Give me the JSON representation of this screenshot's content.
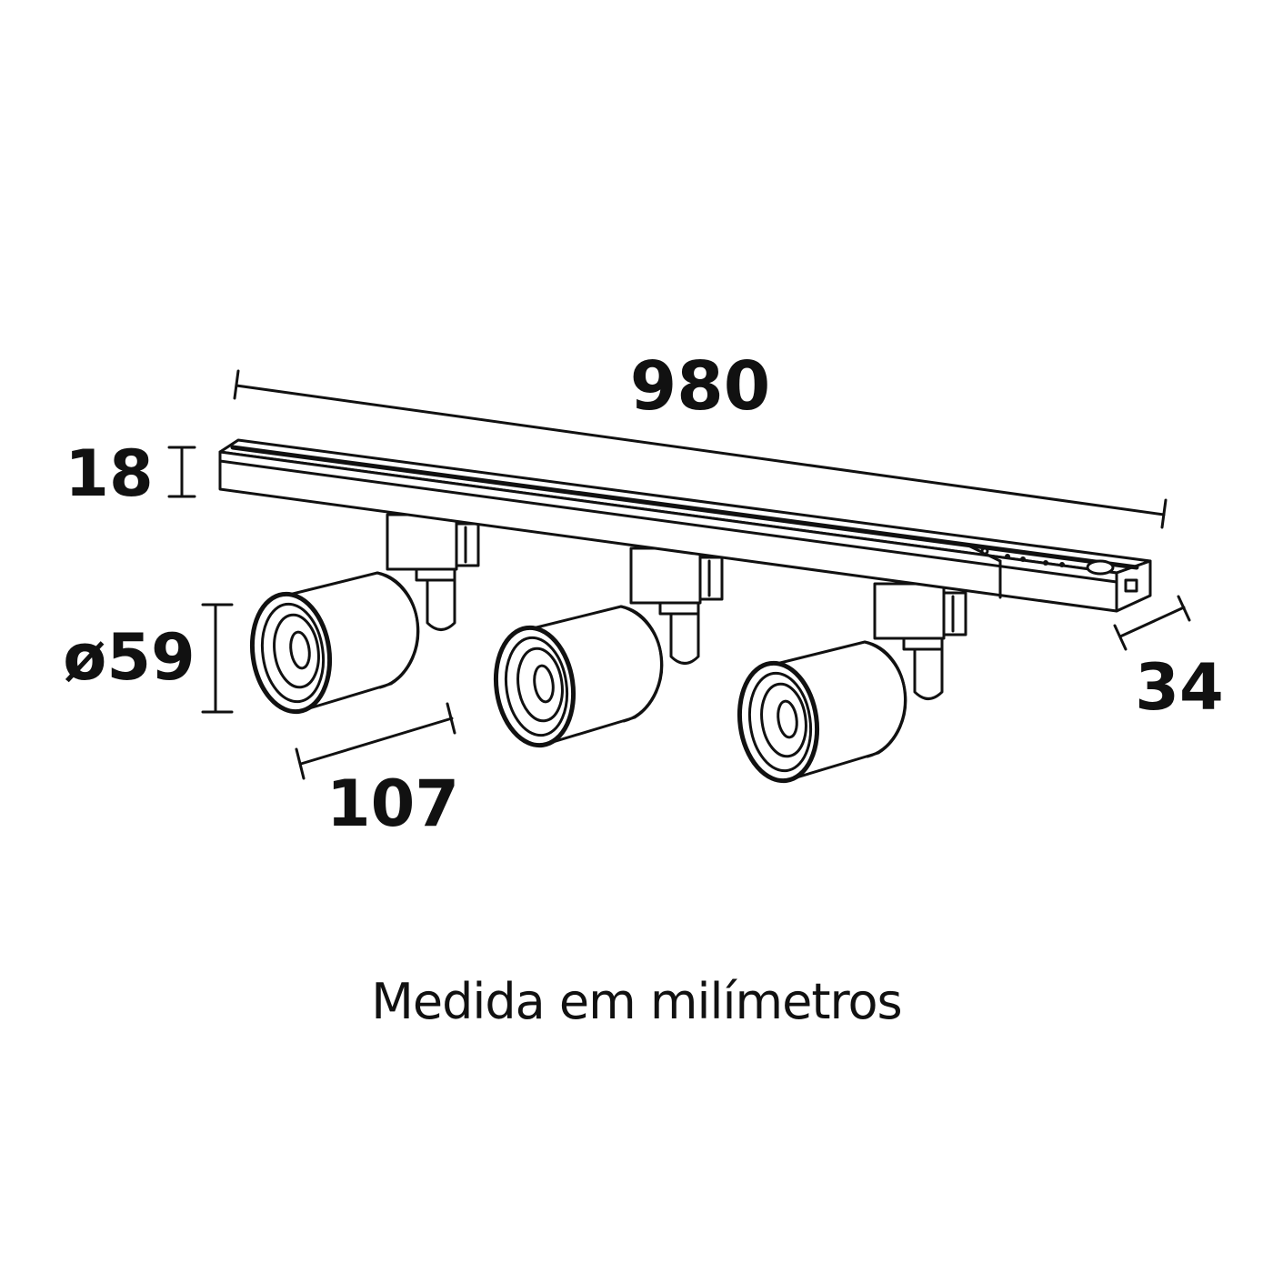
{
  "dimensions": {
    "length": "980",
    "height": "18",
    "diameter": "ø59",
    "spot_length": "107",
    "width": "34"
  },
  "caption": "Medida em milímetros",
  "spotlight_count": 3,
  "line_color": "#111111"
}
